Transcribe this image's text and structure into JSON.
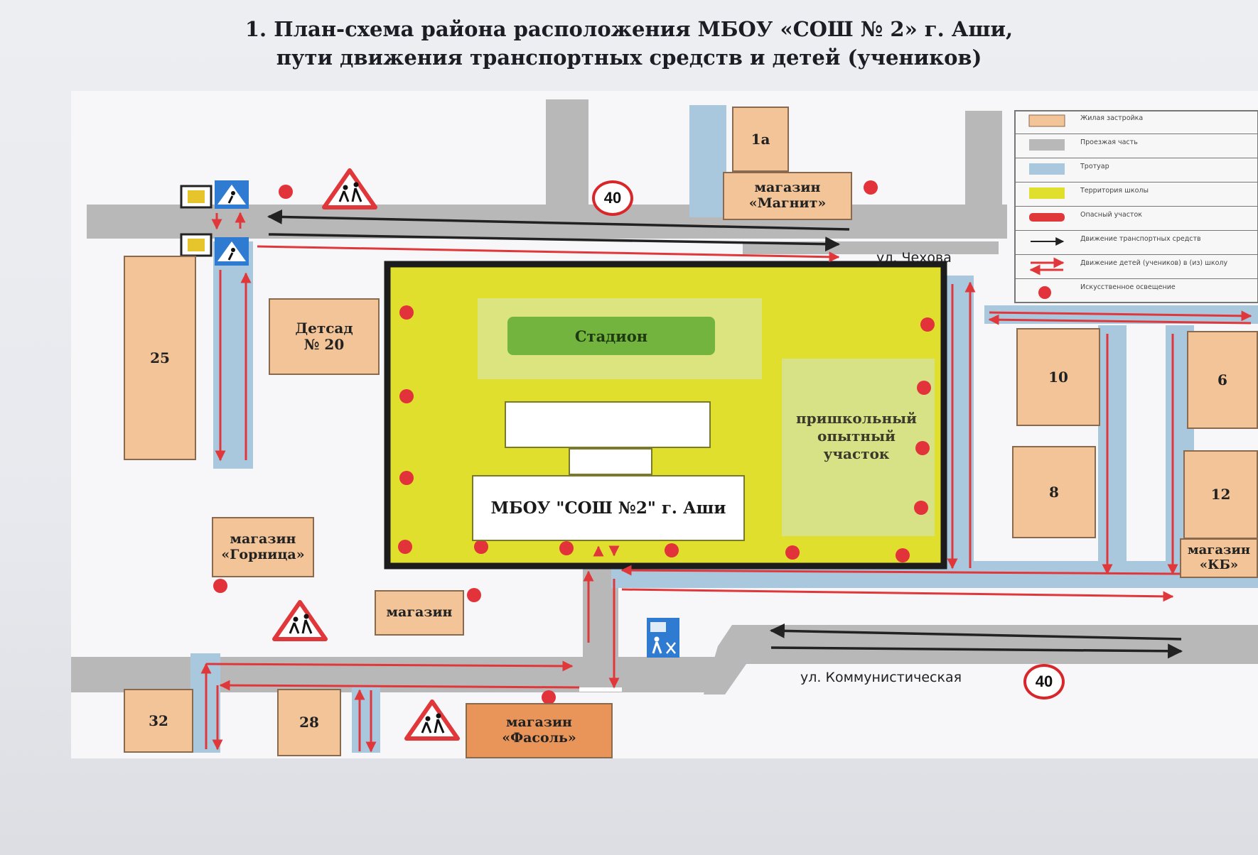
{
  "title": {
    "line1": "1. План-схема района расположения МБОУ  «СОШ № 2» г. Аши,",
    "line2": "пути движения транспортных средств и детей (учеников)"
  },
  "streets": {
    "chekhova": "ул. Чехова",
    "kommunisticheskaya": "ул. Коммунистическая"
  },
  "speed_limit": "40",
  "school": {
    "name": "МБОУ \"СОШ №2\" г. Аши",
    "stadium": "Стадион",
    "plot": "пришкольный\nопытный\nучасток"
  },
  "buildings": {
    "b1a": "1а",
    "magnit": "магазин\n«Магнит»",
    "b25": "25",
    "detsad": "Детсад\n№ 20",
    "gornitsa": "магазин\n«Горница»",
    "shop": "магазин",
    "b32": "32",
    "b28": "28",
    "fasol": "магазин\n«Фасоль»",
    "b10": "10",
    "b6": "6",
    "b8": "8",
    "b12": "12",
    "kb": "магазин\n«КБ»"
  },
  "legend": [
    {
      "label": "Жилая застройка"
    },
    {
      "label": "Проезжая часть"
    },
    {
      "label": "Тротуар"
    },
    {
      "label": "Территория школы"
    },
    {
      "label": "Опасный участок"
    },
    {
      "label": "Движение транспортных средств"
    },
    {
      "label": "Движение детей (учеников) в (из) школу"
    },
    {
      "label": "Искусственное освещение"
    }
  ],
  "colors": {
    "residential": "#f2c497",
    "road": "#b8b8b8",
    "sidewalk": "#a9c8dd",
    "school": "#e0df2e",
    "danger": "#e0383a",
    "lamp": "#e2323a"
  }
}
